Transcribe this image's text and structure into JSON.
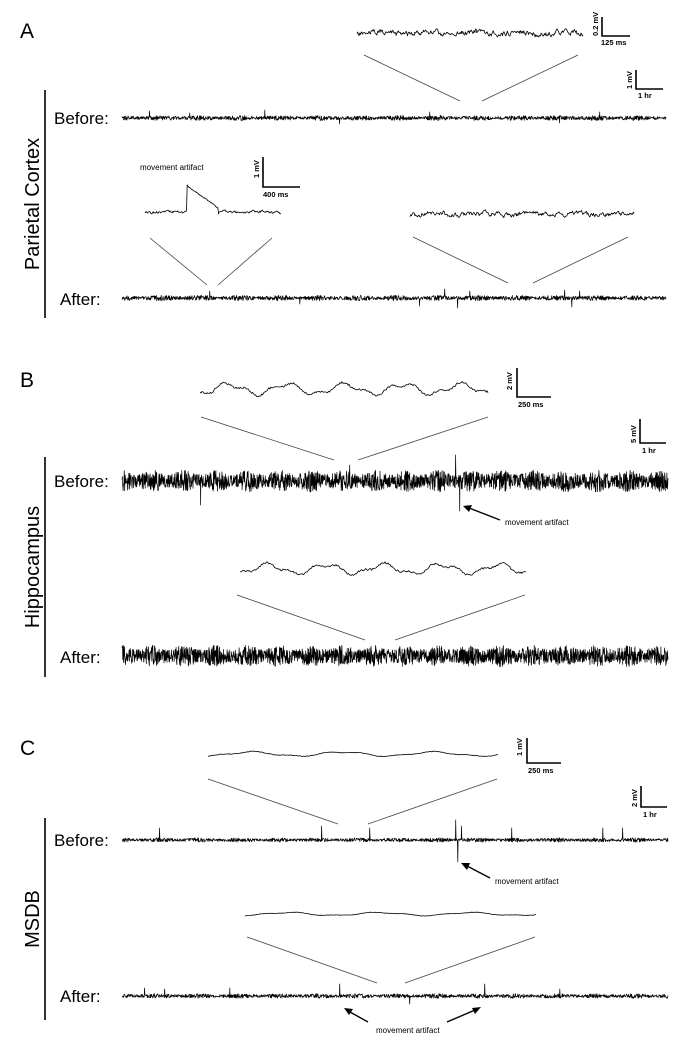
{
  "panels": [
    {
      "letter": "A",
      "region": "Parietal Cortex",
      "before_label": "Before:",
      "after_label": "After:",
      "movement_artifact_label": "movement artifact",
      "scalebars": {
        "zoom_before": {
          "v": "0.2 mV",
          "t": "125 ms"
        },
        "long": {
          "v": "1 mV",
          "t": "1 hr"
        },
        "zoom_after": {
          "v": "1 mV",
          "t": "400 ms"
        }
      }
    },
    {
      "letter": "B",
      "region": "Hippocampus",
      "before_label": "Before:",
      "after_label": "After:",
      "movement_artifact_label": "movement artifact",
      "scalebars": {
        "zoom": {
          "v": "2 mV",
          "t": "250 ms"
        },
        "long": {
          "v": "5 mV",
          "t": "1 hr"
        }
      }
    },
    {
      "letter": "C",
      "region": "MSDB",
      "before_label": "Before:",
      "after_label": "After:",
      "movement_artifact_label": "movement artifact",
      "movement_artifact_label_after": "movement artifact",
      "scalebars": {
        "zoom": {
          "v": "1 mV",
          "t": "250 ms"
        },
        "long": {
          "v": "2 mV",
          "t": "1 hr"
        }
      }
    }
  ]
}
